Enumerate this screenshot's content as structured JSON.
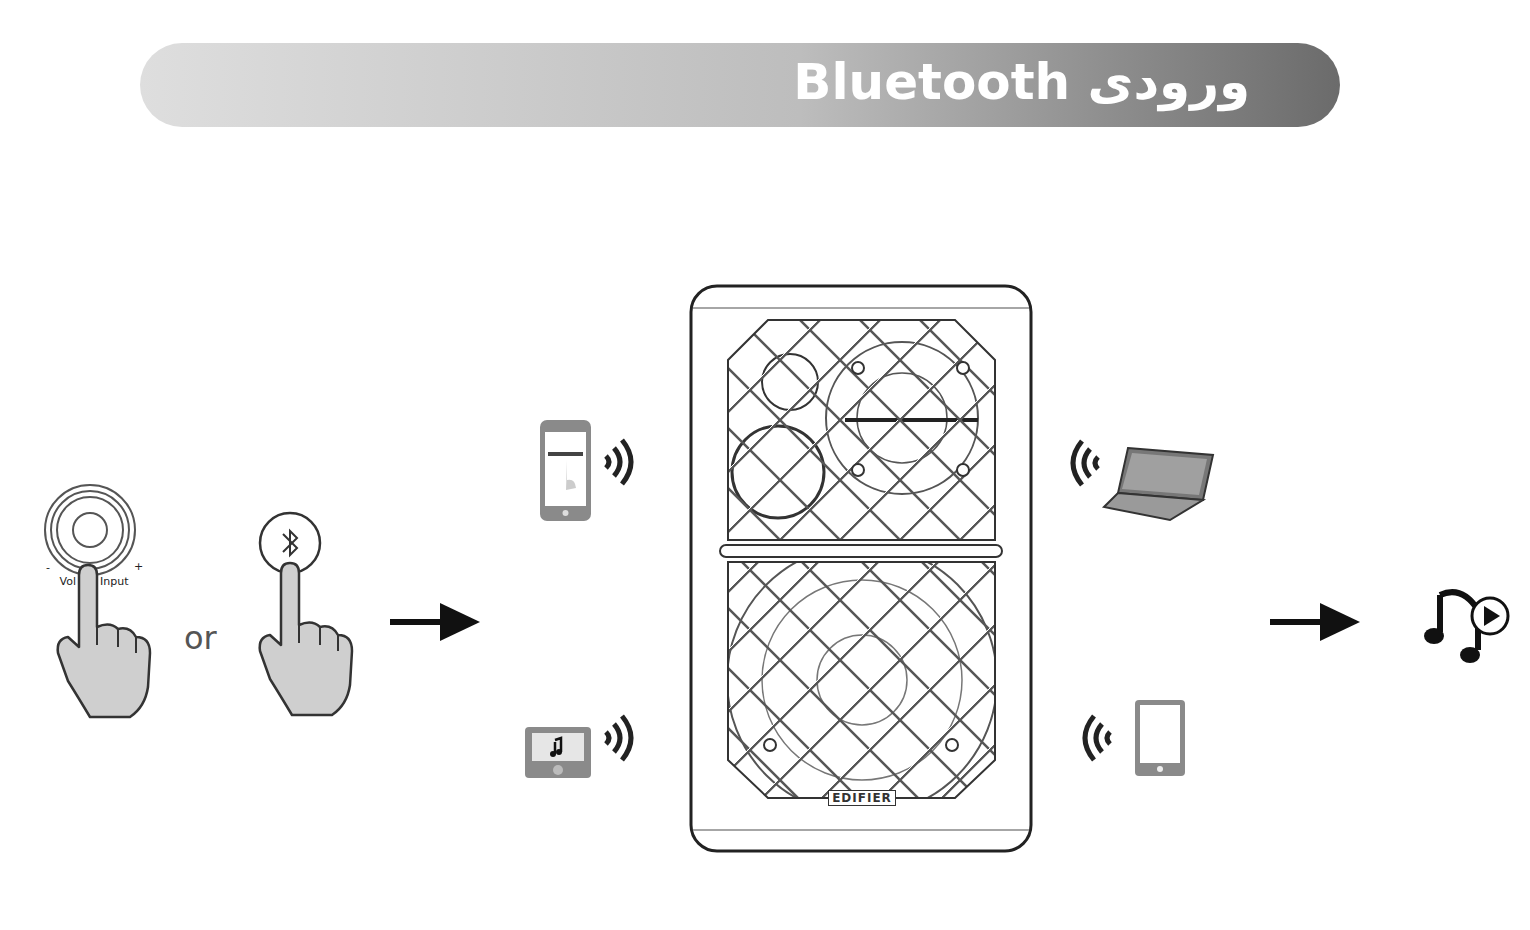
{
  "diagram": {
    "title": "ورودی Bluetooth",
    "labels": [
      "-",
      "Vol",
      "Input",
      "+",
      "or",
      "EDIFIER"
    ]
  }
}
